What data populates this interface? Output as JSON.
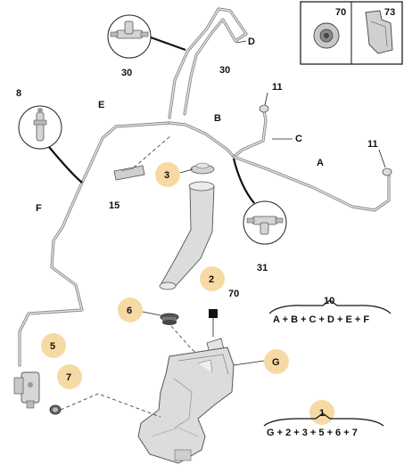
{
  "labels": {
    "d": "D",
    "e": "E",
    "b": "B",
    "c": "C",
    "a": "A",
    "f": "F",
    "g": "G"
  },
  "callouts": {
    "p30a": "30",
    "p30b": "30",
    "p8": "8",
    "p11a": "11",
    "p11b": "11",
    "p15": "15",
    "p31": "31",
    "p70": "70",
    "p3": "3",
    "p2": "2",
    "p6": "6",
    "p5": "5",
    "p7": "7",
    "p10": "10",
    "p1": "1"
  },
  "legend_box": {
    "left_number": "70",
    "right_number": "73"
  },
  "formulas": {
    "kit10": "A + B + C + D + E + F",
    "kit1": "G + 2 + 3 + 5 + 6 + 7"
  },
  "colors": {
    "bubble": "#f7d9a4",
    "hose": "#8a8a8a",
    "part_fill": "#dcdcdc"
  }
}
